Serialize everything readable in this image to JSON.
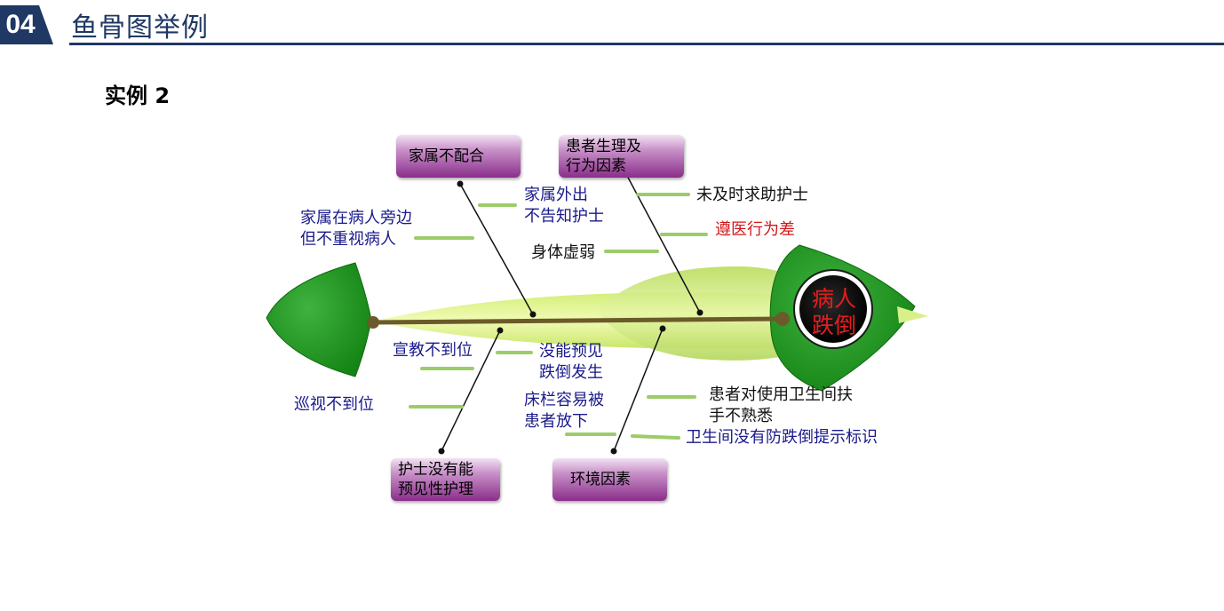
{
  "header": {
    "section_number": "04",
    "title": "鱼骨图举例"
  },
  "subtitle": "实例 2",
  "diagram": {
    "head": {
      "line1": "病人",
      "line2": "跌倒"
    },
    "categories": {
      "family": "家属不配合",
      "patient_physio_l1": "患者生理及",
      "patient_physio_l2": "行为因素",
      "nurse_l1": "护士没有能",
      "nurse_l2": "预见性护理",
      "environment": "环境因素"
    },
    "causes": {
      "family_out_l1": "家属外出",
      "family_out_l2": "不告知护士",
      "family_not_value_l1": "家属在病人旁边",
      "family_not_value_l2": "但不重视病人",
      "not_asking_nurse": "未及时求助护士",
      "poor_compliance": "遵医行为差",
      "weak_body": "身体虚弱",
      "education_insufficient": "宣教不到位",
      "no_foresee_l1": "没能预见",
      "no_foresee_l2": "跌倒发生",
      "patrol_insufficient": "巡视不到位",
      "bedrail_l1": "床栏容易被",
      "bedrail_l2": "患者放下",
      "bathroom_unfamiliar_l1": "患者对使用卫生间扶",
      "bathroom_unfamiliar_l2": "手不熟悉",
      "no_warning_sign": "卫生间没有防跌倒提示标识"
    },
    "colors": {
      "tail": "#1a8f1a",
      "head": "#1a8f1a",
      "body_light": "#e6f59a",
      "spine": "#6b5a2a",
      "category_box": "#8a2e8a",
      "cause_text_blue": "#1a1a8c",
      "cause_text_red": "#d21818",
      "head_text": "#e41e1e"
    }
  }
}
